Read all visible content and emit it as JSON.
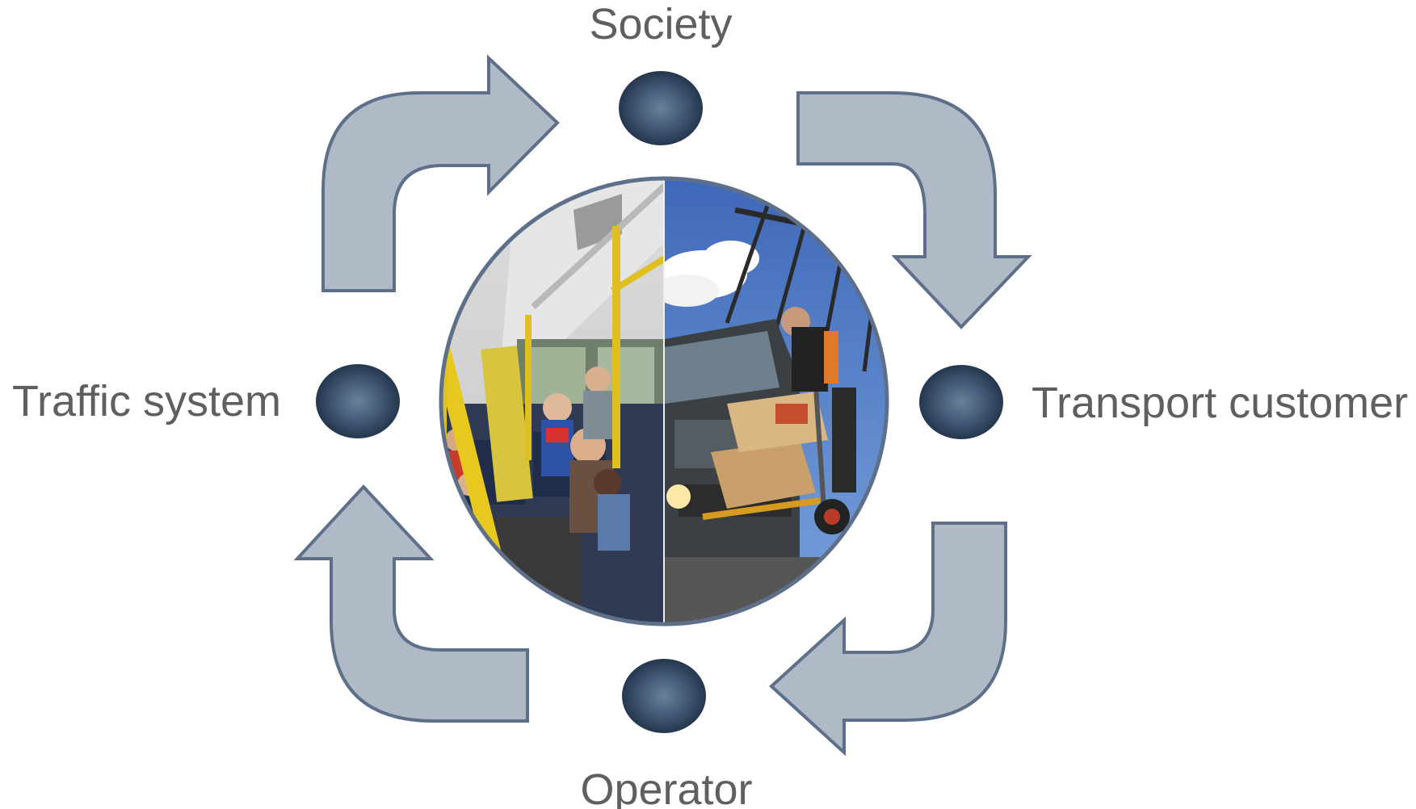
{
  "diagram": {
    "nodes": {
      "top": "Society",
      "right": "Transport customer",
      "bottom": "Operator",
      "left": "Traffic system"
    },
    "center_photo": {
      "left_half": "bus interior with passengers",
      "right_half": "delivery truck with worker unloading boxes"
    },
    "cycle_direction": "clockwise",
    "colors": {
      "arrow_fill": "#b0b9c6",
      "arrow_stroke": "#5e7089",
      "node_fill_center": "#6a819c",
      "node_fill_edge": "#1e2f44",
      "ring_stroke": "#5e7089",
      "label_text": "#5f5f5f"
    }
  }
}
